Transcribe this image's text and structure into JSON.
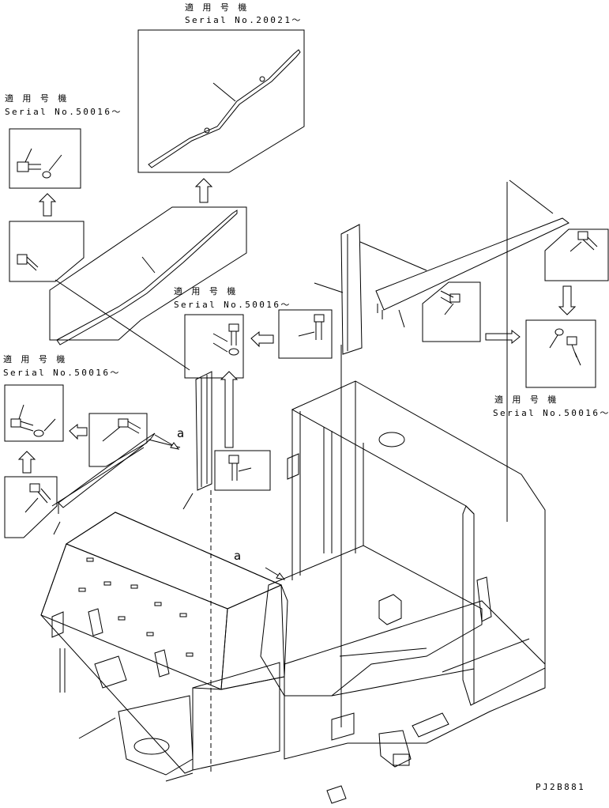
{
  "labels": {
    "applicable_1": "適 用 号 機",
    "serial_1": "Serial No.20021～",
    "applicable_2": "適 用 号 機",
    "serial_2": "Serial No.50016～",
    "applicable_3": "適 用 号 機",
    "serial_3": "Serial No.50016～",
    "applicable_4": "適 用 号 機",
    "serial_4": "Serial No.50016～",
    "applicable_5": "適 用 号 機",
    "serial_5": "Serial No.50016～",
    "view_a_1": "a",
    "view_a_2": "a",
    "drawing_code": "PJ2B881"
  }
}
